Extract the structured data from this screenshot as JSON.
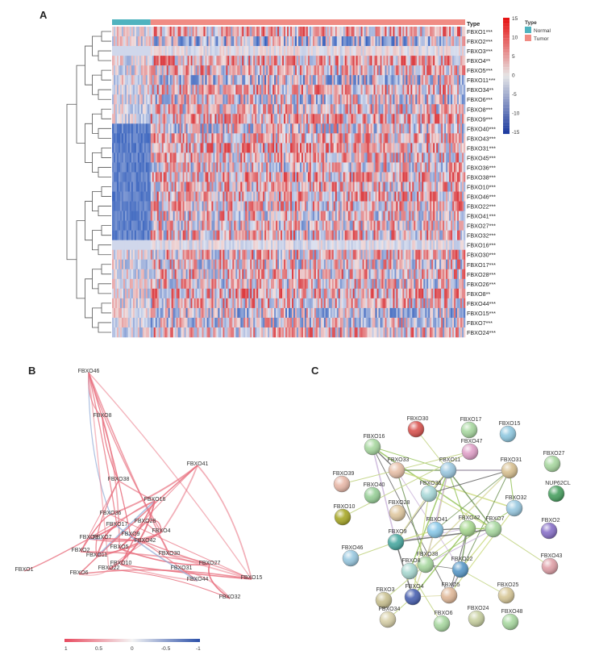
{
  "panels": {
    "a": "A",
    "b": "B",
    "c": "C"
  },
  "heatmap": {
    "annotation_title": "Type",
    "groups": [
      "Normal",
      "Tumor"
    ],
    "group_colors": {
      "Normal": "#4fb3bf",
      "Tumor": "#f08c84"
    },
    "scale_ticks": [
      "15",
      "10",
      "5",
      "0",
      "-5",
      "-10",
      "-15"
    ],
    "genes": [
      "FBXO1***",
      "FBXO2***",
      "FBXO3***",
      "FBXO4**",
      "FBXO5***",
      "FBXO11***",
      "FBXO34**",
      "FBXO6***",
      "FBXO8***",
      "FBXO9***",
      "FBXO40***",
      "FBXO43***",
      "FBXO31***",
      "FBXO45***",
      "FBXO36***",
      "FBXO38***",
      "FBXO10***",
      "FBXO46***",
      "FBXO22***",
      "FBXO41***",
      "FBXO27***",
      "FBXO32***",
      "FBXO16***",
      "FBXO30***",
      "FBXO17***",
      "FBXO28***",
      "FBXO26***",
      "FBXO8**",
      "FBXO44***",
      "FBXO15***",
      "FBXO7***",
      "FBXO24***"
    ]
  },
  "correlation_network": {
    "nodes": [
      {
        "id": "n1",
        "label": "FBXO46"
      },
      {
        "id": "n2",
        "label": "FBXO8"
      },
      {
        "id": "n3",
        "label": "FBXO41"
      },
      {
        "id": "n4",
        "label": "FBXO38"
      },
      {
        "id": "n5",
        "label": "FBXO16"
      },
      {
        "id": "n6",
        "label": "FBXO36"
      },
      {
        "id": "n7",
        "label": "FBXO28"
      },
      {
        "id": "n8",
        "label": "FBXO4"
      },
      {
        "id": "n9",
        "label": "FBXO17"
      },
      {
        "id": "n10",
        "label": "FBXO9"
      },
      {
        "id": "n11",
        "label": "FBXO42"
      },
      {
        "id": "n12",
        "label": "FBXO7"
      },
      {
        "id": "n13",
        "label": "FBXO5"
      },
      {
        "id": "n14",
        "label": "FBXO3"
      },
      {
        "id": "n15",
        "label": "FBXO2"
      },
      {
        "id": "n16",
        "label": "FBXO11"
      },
      {
        "id": "n17",
        "label": "FBXO22"
      },
      {
        "id": "n18",
        "label": "FBXO10"
      },
      {
        "id": "n19",
        "label": "FBXO6"
      },
      {
        "id": "n20",
        "label": "FBXO1"
      },
      {
        "id": "n21",
        "label": "FBXO30"
      },
      {
        "id": "n22",
        "label": "FBXO31"
      },
      {
        "id": "n23",
        "label": "FBXO44"
      },
      {
        "id": "n24",
        "label": "FBXO27"
      },
      {
        "id": "n25",
        "label": "FBXO15"
      },
      {
        "id": "n26",
        "label": "FBXO32"
      }
    ],
    "legend_ticks": [
      "1",
      "0.5",
      "0",
      "-0.5",
      "-1"
    ]
  },
  "ppi_network": {
    "nodes": [
      {
        "id": "p1",
        "label": "FBXO30",
        "color": "#d9534f"
      },
      {
        "id": "p2",
        "label": "FBXO17",
        "color": "#a8d8a0"
      },
      {
        "id": "p3",
        "label": "FBXO15",
        "color": "#8fc8e0"
      },
      {
        "id": "p4",
        "label": "FBXO16",
        "color": "#a8d8a0"
      },
      {
        "id": "p5",
        "label": "FBXO47",
        "color": "#e0a0c8"
      },
      {
        "id": "p6",
        "label": "FBXO27",
        "color": "#a8d8a0"
      },
      {
        "id": "p7",
        "label": "FBXO33",
        "color": "#e8c0a8"
      },
      {
        "id": "p8",
        "label": "FBXO11",
        "color": "#9bc8e0"
      },
      {
        "id": "p9",
        "label": "FBXO31",
        "color": "#d8c090"
      },
      {
        "id": "p10",
        "label": "FBXO39",
        "color": "#e8b8a8"
      },
      {
        "id": "p11",
        "label": "FBXO40",
        "color": "#98d098"
      },
      {
        "id": "p12",
        "label": "FBXO36",
        "color": "#a8d8d8"
      },
      {
        "id": "p13",
        "label": "FBXO32",
        "color": "#98c8e0"
      },
      {
        "id": "p14",
        "label": "NUP62CL",
        "color": "#48a060"
      },
      {
        "id": "p15",
        "label": "FBXO10",
        "color": "#a8a828"
      },
      {
        "id": "p16",
        "label": "FBXO28",
        "color": "#e0c8a0"
      },
      {
        "id": "p17",
        "label": "FBXO42",
        "color": "#a8d890"
      },
      {
        "id": "p18",
        "label": "FBXO9",
        "color": "#48a8a0"
      },
      {
        "id": "p19",
        "label": "FBXO41",
        "color": "#88c8e8"
      },
      {
        "id": "p20",
        "label": "FBXO7",
        "color": "#a8d8a0"
      },
      {
        "id": "p21",
        "label": "FBXO46",
        "color": "#98c8e0"
      },
      {
        "id": "p22",
        "label": "FBXO38",
        "color": "#a8d8a0"
      },
      {
        "id": "p23",
        "label": "FBXO2",
        "color": "#8870c8"
      },
      {
        "id": "p24",
        "label": "FBXO22",
        "color": "#5898c8"
      },
      {
        "id": "p25",
        "label": "FBXO8",
        "color": "#a8d8d0"
      },
      {
        "id": "p26",
        "label": "FBXO43",
        "color": "#e0a0a8"
      },
      {
        "id": "p27",
        "label": "FBXO25",
        "color": "#d8c898"
      },
      {
        "id": "p28",
        "label": "FBXO5",
        "color": "#e0b898"
      },
      {
        "id": "p29",
        "label": "FBXO4",
        "color": "#4860b0"
      },
      {
        "id": "p30",
        "label": "FBXO3",
        "color": "#c8c090"
      },
      {
        "id": "p31",
        "label": "FBXO24",
        "color": "#c8d0a0"
      },
      {
        "id": "p32",
        "label": "FBXO6",
        "color": "#a8d8a0"
      },
      {
        "id": "p33",
        "label": "FBXO34",
        "color": "#d8d0a8"
      },
      {
        "id": "p34",
        "label": "FBXO48",
        "color": "#a8d8a0"
      }
    ]
  }
}
